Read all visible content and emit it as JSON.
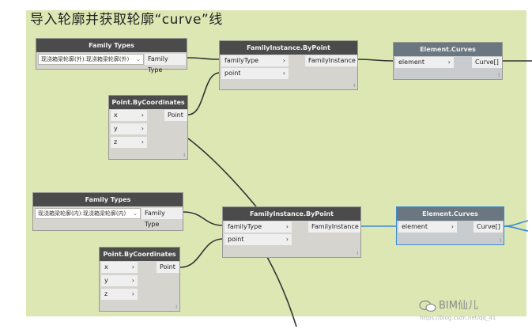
{
  "title": "导入轮廓并获取轮廓“curve”线",
  "colors": {
    "canvas": "#dde7b4",
    "node_header": "#4b4b4b",
    "selected_border": "#3a8ad2",
    "wire": "#333333",
    "selected_wire": "#3a8ad2"
  },
  "group1": {
    "family_types": {
      "header": "Family Types",
      "value": "现浇箱梁轮廓(外):现浇箱梁轮廓(外)",
      "output": "Family Type"
    },
    "instance": {
      "header": "FamilyInstance.ByPoint",
      "inputs": [
        "familyType",
        "point"
      ],
      "output": "FamilyInstance"
    },
    "curves": {
      "header": "Element.Curves",
      "input": "element",
      "output": "Curve[]"
    },
    "point": {
      "header": "Point.ByCoordinates",
      "inputs": [
        "x",
        "y",
        "z"
      ],
      "output": "Point"
    }
  },
  "group2": {
    "family_types": {
      "header": "Family Types",
      "value": "现浇箱梁轮廓(内):现浇箱梁轮廓(内)",
      "output": "Family Type"
    },
    "instance": {
      "header": "FamilyInstance.ByPoint",
      "inputs": [
        "familyType",
        "point"
      ],
      "output": "FamilyInstance"
    },
    "curves": {
      "header": "Element.Curves",
      "input": "element",
      "output": "Curve[]"
    },
    "point": {
      "header": "Point.ByCoordinates",
      "inputs": [
        "x",
        "y",
        "z"
      ],
      "output": "Point"
    }
  },
  "watermark": {
    "text": "BIM仙儿",
    "icon": "wechat-icon",
    "url": "https://blog.csdn.net/qq_41"
  },
  "node_corner_mark": "I"
}
